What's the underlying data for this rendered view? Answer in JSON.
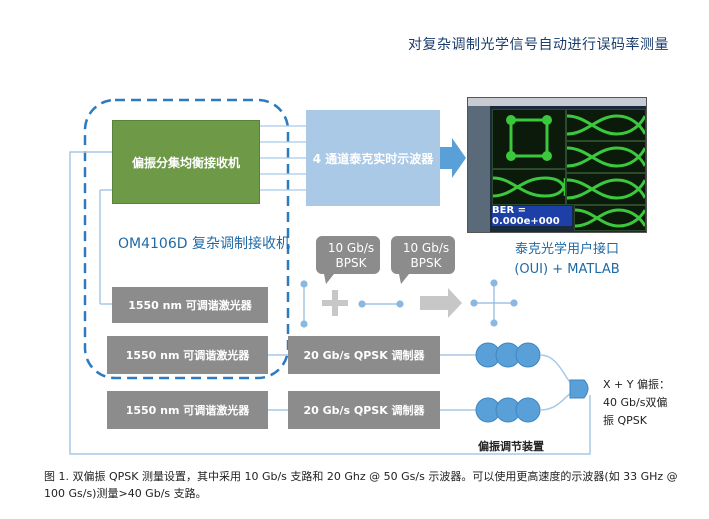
{
  "header": {
    "title": "对复杂调制光学信号自动进行误码率测量"
  },
  "blocks": {
    "receiver": "偏振分集均衡接收机",
    "oscilloscope": "4 通道泰克实时示波器",
    "laser_1": "1550 nm 可调谐激光器",
    "laser_2": "1550 nm 可调谐激光器",
    "laser_3": "1550 nm 可调谐激光器",
    "modulator_1": "20 Gb/s QPSK 调制器",
    "modulator_2": "20 Gb/s QPSK 调制器"
  },
  "labels": {
    "receiver_group": "OM4106D 复杂调制接收机",
    "oui_line1": "泰克光学用户接口",
    "oui_line2": "(OUI) + MATLAB",
    "bubble_1_line1": "10 Gb/s",
    "bubble_1_line2": "BPSK",
    "bubble_2_line1": "10 Gb/s",
    "bubble_2_line2": "BPSK",
    "xy_line1": "X + Y 偏振：",
    "xy_line2": "40 Gb/s双偏",
    "xy_line3": "振 QPSK",
    "polarization_controller": "偏振调节装置",
    "ber": "BER = 0.000e+000"
  },
  "caption": "图 1. 双偏振 QPSK 测量设置，其中采用 10 Gb/s 支路和 20 Ghz @ 50 Gs/s 示波器。可以使用更高速度的示波器(如 33 GHz @ 100 Gs/s)测量>40 Gb/s 支路。",
  "colors": {
    "receiver": "#6e9a48",
    "oscilloscope": "#a9c9e6",
    "laser_modulator": "#8c8c8c",
    "accent_blue": "#1f6aa6",
    "fiber": "#5aa0d8",
    "eye_green": "#3cc83c"
  }
}
